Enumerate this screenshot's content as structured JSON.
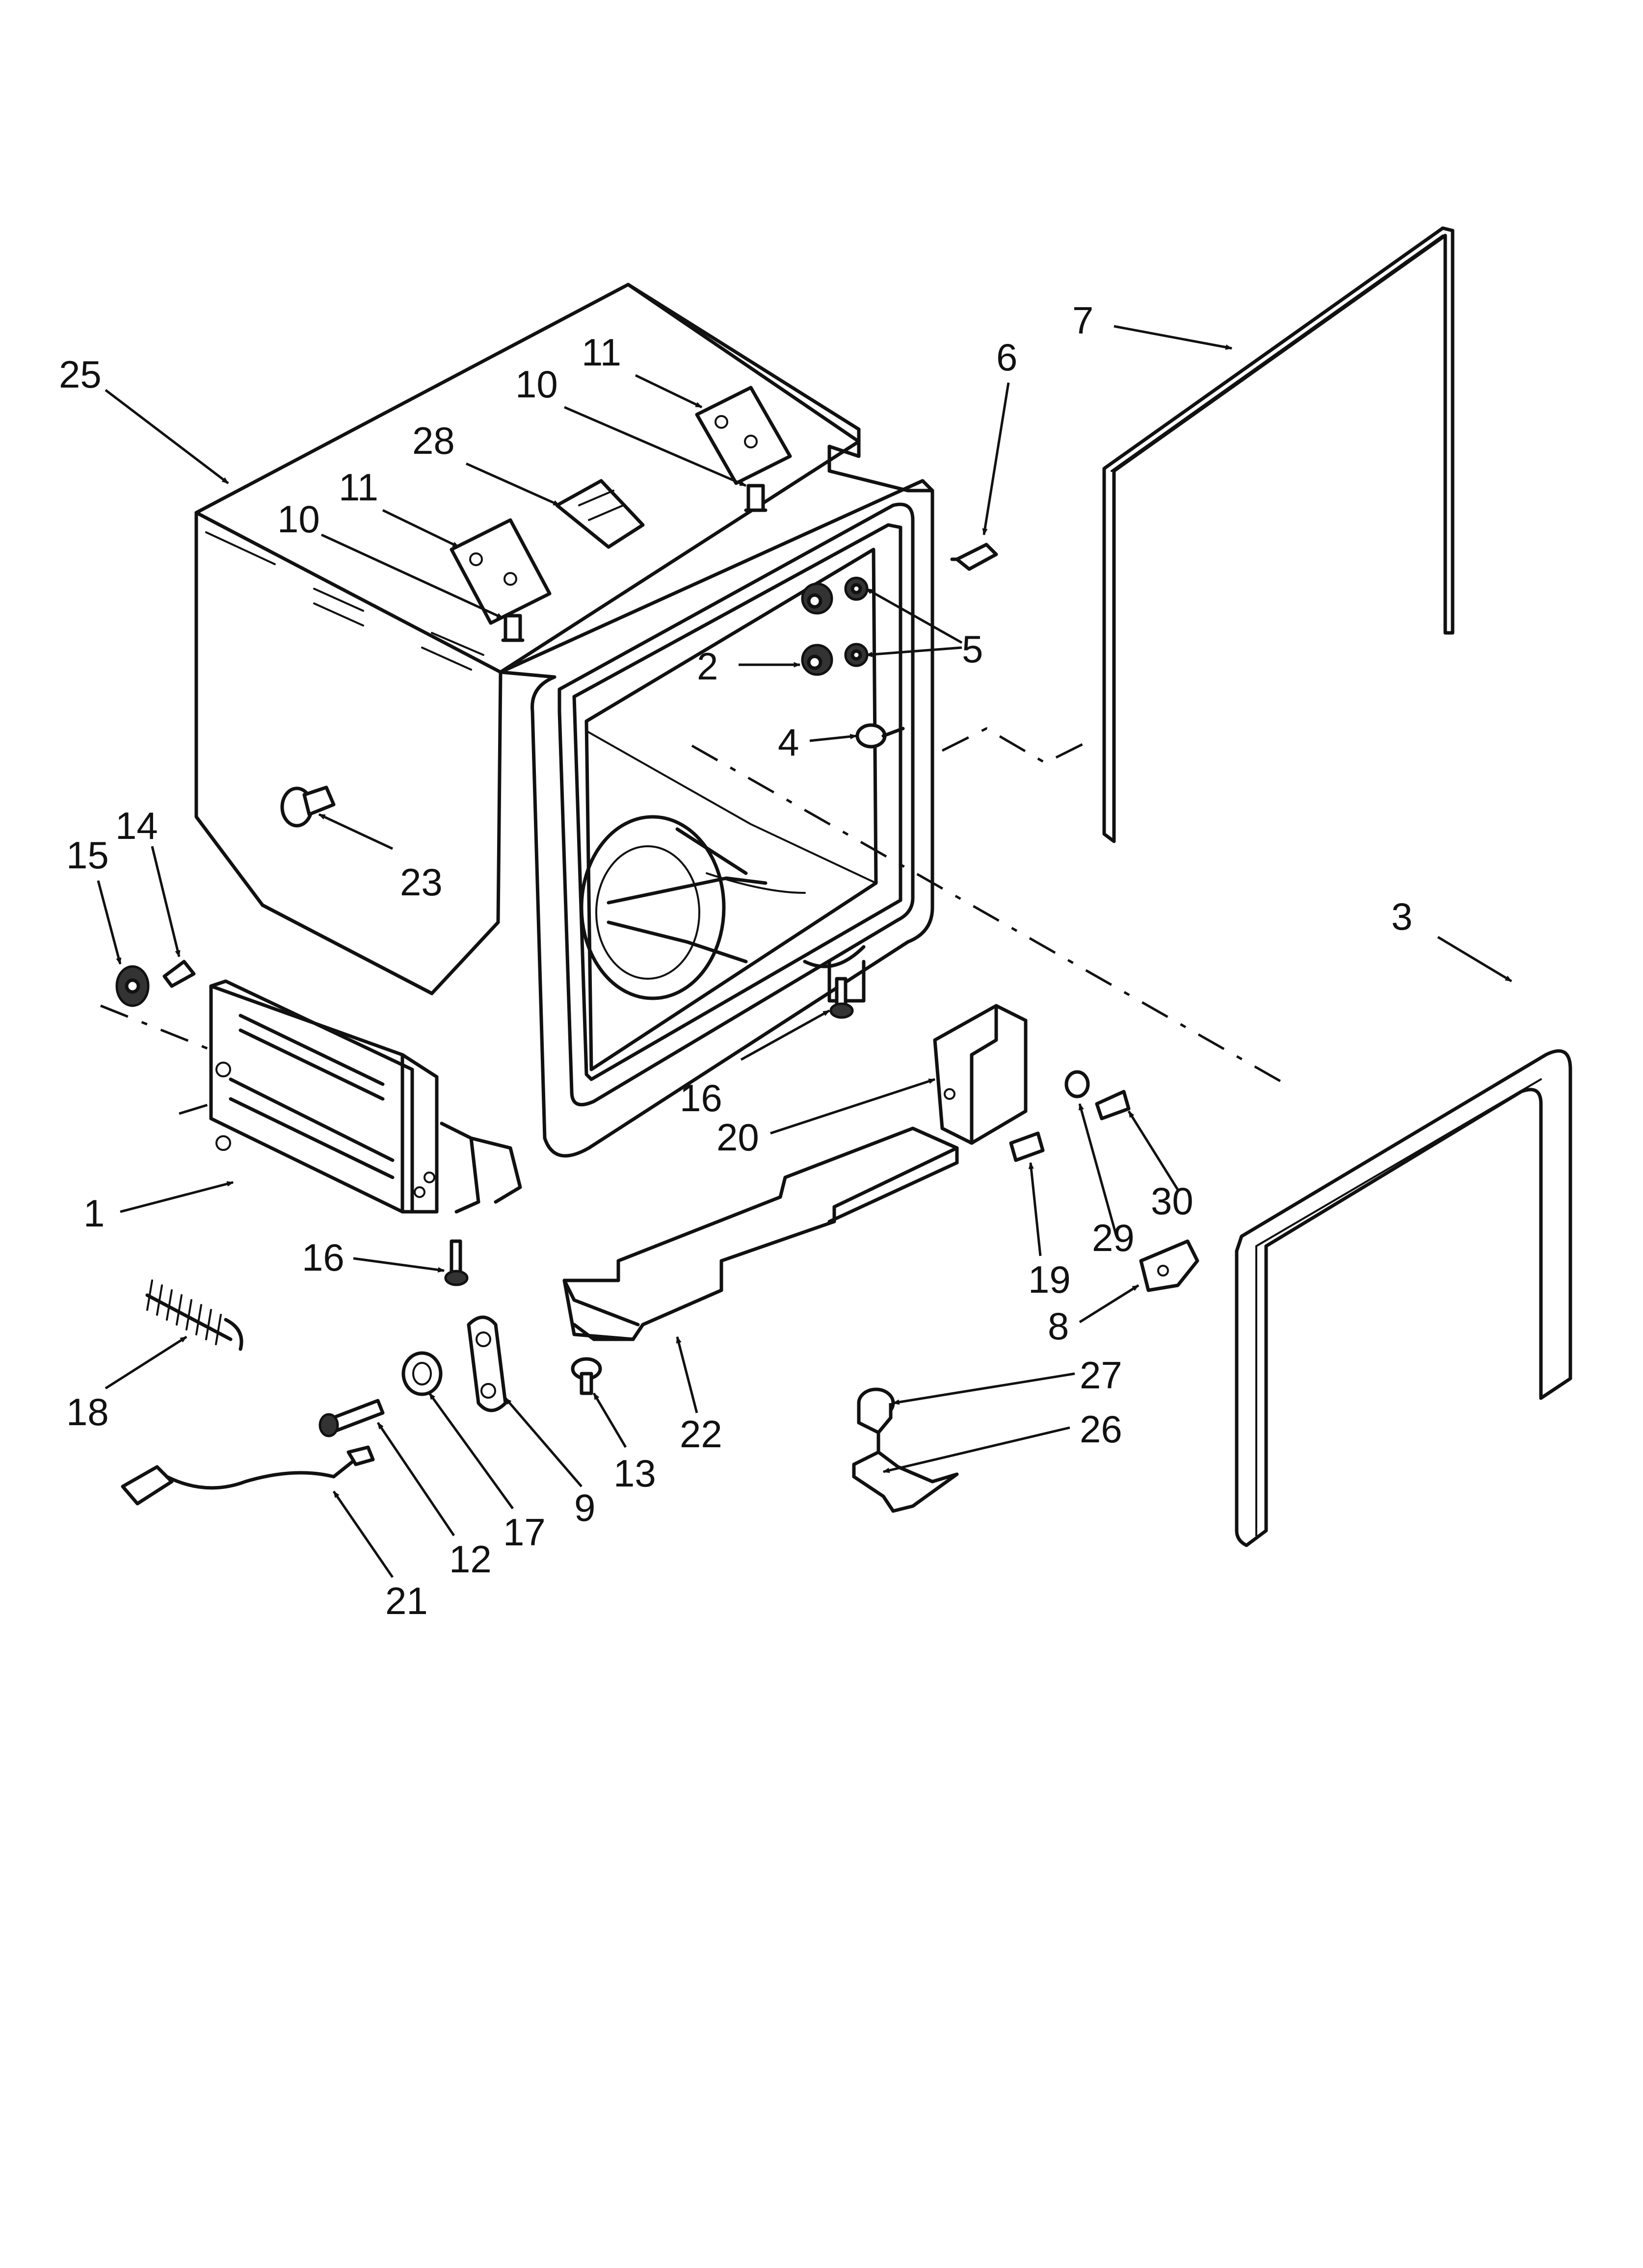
{
  "callouts": [
    {
      "id": "c25",
      "text": "25"
    },
    {
      "id": "c11a",
      "text": "11"
    },
    {
      "id": "c10a",
      "text": "10"
    },
    {
      "id": "c28",
      "text": "28"
    },
    {
      "id": "c11b",
      "text": "11"
    },
    {
      "id": "c10b",
      "text": "10"
    },
    {
      "id": "c7",
      "text": "7"
    },
    {
      "id": "c6",
      "text": "6"
    },
    {
      "id": "c5",
      "text": "5"
    },
    {
      "id": "c2",
      "text": "2"
    },
    {
      "id": "c4",
      "text": "4"
    },
    {
      "id": "c23",
      "text": "23"
    },
    {
      "id": "c15",
      "text": "15"
    },
    {
      "id": "c14",
      "text": "14"
    },
    {
      "id": "c3",
      "text": "3"
    },
    {
      "id": "c16a",
      "text": "16"
    },
    {
      "id": "c20",
      "text": "20"
    },
    {
      "id": "c29",
      "text": "29"
    },
    {
      "id": "c30",
      "text": "30"
    },
    {
      "id": "c19",
      "text": "19"
    },
    {
      "id": "c1",
      "text": "1"
    },
    {
      "id": "c16b",
      "text": "16"
    },
    {
      "id": "c8",
      "text": "8"
    },
    {
      "id": "c27",
      "text": "27"
    },
    {
      "id": "c26",
      "text": "26"
    },
    {
      "id": "c18",
      "text": "18"
    },
    {
      "id": "c13",
      "text": "13"
    },
    {
      "id": "c22",
      "text": "22"
    },
    {
      "id": "c9",
      "text": "9"
    },
    {
      "id": "c17",
      "text": "17"
    },
    {
      "id": "c12",
      "text": "12"
    },
    {
      "id": "c21",
      "text": "21"
    }
  ]
}
